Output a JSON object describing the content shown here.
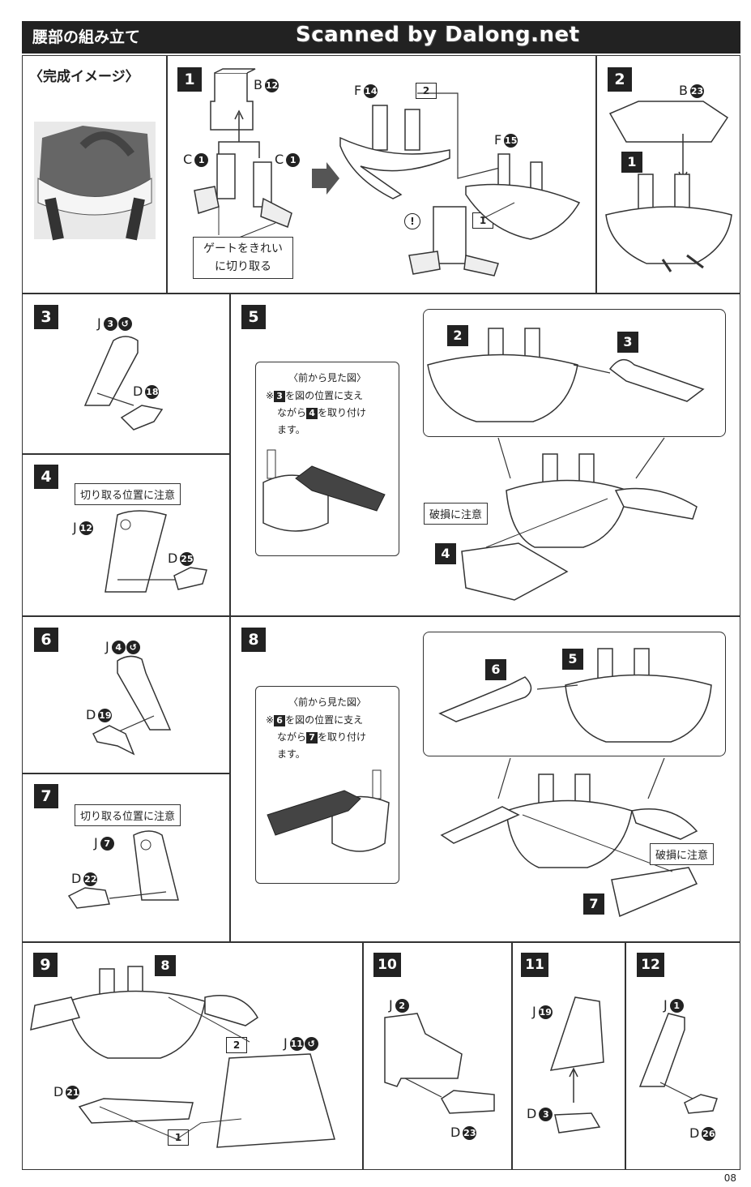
{
  "header": {
    "title": "腰部の組み立て",
    "watermark": "Scanned by Dalong.net"
  },
  "preview": {
    "title": "〈完成イメージ〉"
  },
  "step1": {
    "num": "1",
    "b12": "B",
    "b12n": "12",
    "c1a": "C",
    "c1an": "1",
    "c1b": "C",
    "c1bn": "1",
    "note_l1": "ゲートをきれい",
    "note_l2": "に切り取る",
    "f14": "F",
    "f14n": "14",
    "f15": "F",
    "f15n": "15",
    "seq1": "1",
    "seq2": "2",
    "warn": "!"
  },
  "step2": {
    "num": "2",
    "b23": "B",
    "b23n": "23",
    "sub": "1"
  },
  "step3": {
    "num": "3",
    "j3": "J",
    "j3n": "3",
    "d18": "D",
    "d18n": "18"
  },
  "step4": {
    "num": "4",
    "caution": "切り取る位置に注意",
    "j12": "J",
    "j12n": "12",
    "d25": "D",
    "d25n": "25"
  },
  "step5": {
    "num": "5",
    "view_title": "〈前から見た図〉",
    "text1a": "※",
    "text1n": "3",
    "text1b": "を図の位置に支え",
    "text2a": "ながら",
    "text2n": "4",
    "text2b": "を取り付け",
    "text3": "ます。",
    "sub2": "2",
    "sub3": "3",
    "sub4": "4",
    "damage": "破損に注意"
  },
  "step6": {
    "num": "6",
    "j4": "J",
    "j4n": "4",
    "d19": "D",
    "d19n": "19"
  },
  "step7": {
    "num": "7",
    "caution": "切り取る位置に注意",
    "j7": "J",
    "j7n": "7",
    "d22": "D",
    "d22n": "22"
  },
  "step8": {
    "num": "8",
    "view_title": "〈前から見た図〉",
    "text1a": "※",
    "text1n": "6",
    "text1b": "を図の位置に支え",
    "text2a": "ながら",
    "text2n": "7",
    "text2b": "を取り付け",
    "text3": "ます。",
    "sub6": "6",
    "sub5": "5",
    "sub7": "7",
    "damage": "破損に注意"
  },
  "step9": {
    "num": "9",
    "sub8": "8",
    "j11": "J",
    "j11n": "11",
    "d21": "D",
    "d21n": "21",
    "seq1": "1",
    "seq2": "2"
  },
  "step10": {
    "num": "10",
    "j2": "J",
    "j2n": "2",
    "d23": "D",
    "d23n": "23"
  },
  "step11": {
    "num": "11",
    "j19": "J",
    "j19n": "19",
    "d3": "D",
    "d3n": "3"
  },
  "step12": {
    "num": "12",
    "j1": "J",
    "j1n": "1",
    "d26": "D",
    "d26n": "26"
  },
  "page": {
    "number": "08"
  }
}
